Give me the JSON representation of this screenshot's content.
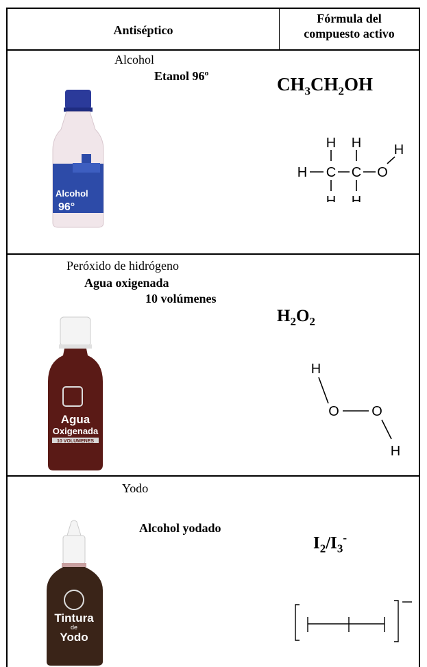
{
  "header": {
    "col1": "Antiséptico",
    "col2_line1": "Fórmula del",
    "col2_line2": "compuesto activo"
  },
  "rows": [
    {
      "name": "Alcohol",
      "product": "Etanol 96º",
      "formula": {
        "parts": [
          "CH",
          "3",
          "CH",
          "2",
          "OH"
        ]
      },
      "structure_atoms": [
        "H",
        "C",
        "O"
      ],
      "bottle": {
        "label_line1": "Alcohol",
        "label_line2": "96°",
        "cap_color": "#2b3a9a",
        "body_color": "#f1e6ea",
        "label_color": "#2d4ba8"
      }
    },
    {
      "name": "Peróxido de hidrógeno",
      "product_line1": "Agua oxigenada",
      "product_line2": "10 volúmenes",
      "formula": {
        "parts": [
          "H",
          "2",
          "O",
          "2"
        ]
      },
      "structure_atoms": [
        "H",
        "O"
      ],
      "bottle": {
        "label_line1": "Agua",
        "label_line2": "Oxigenada",
        "band_text": "10 VOLUMENES",
        "cap_color": "#f4f4f4",
        "body_color": "#5a1a16"
      }
    },
    {
      "name": "Yodo",
      "product": "Alcohol yodado",
      "formula": {
        "parts": [
          "I",
          "2",
          "/I",
          "3",
          "-"
        ]
      },
      "bottle": {
        "label_line1": "Tintura",
        "label_line2": "de",
        "label_line3": "Yodo",
        "cap_color": "#f4f4f4",
        "body_color": "#3a2418"
      }
    }
  ]
}
